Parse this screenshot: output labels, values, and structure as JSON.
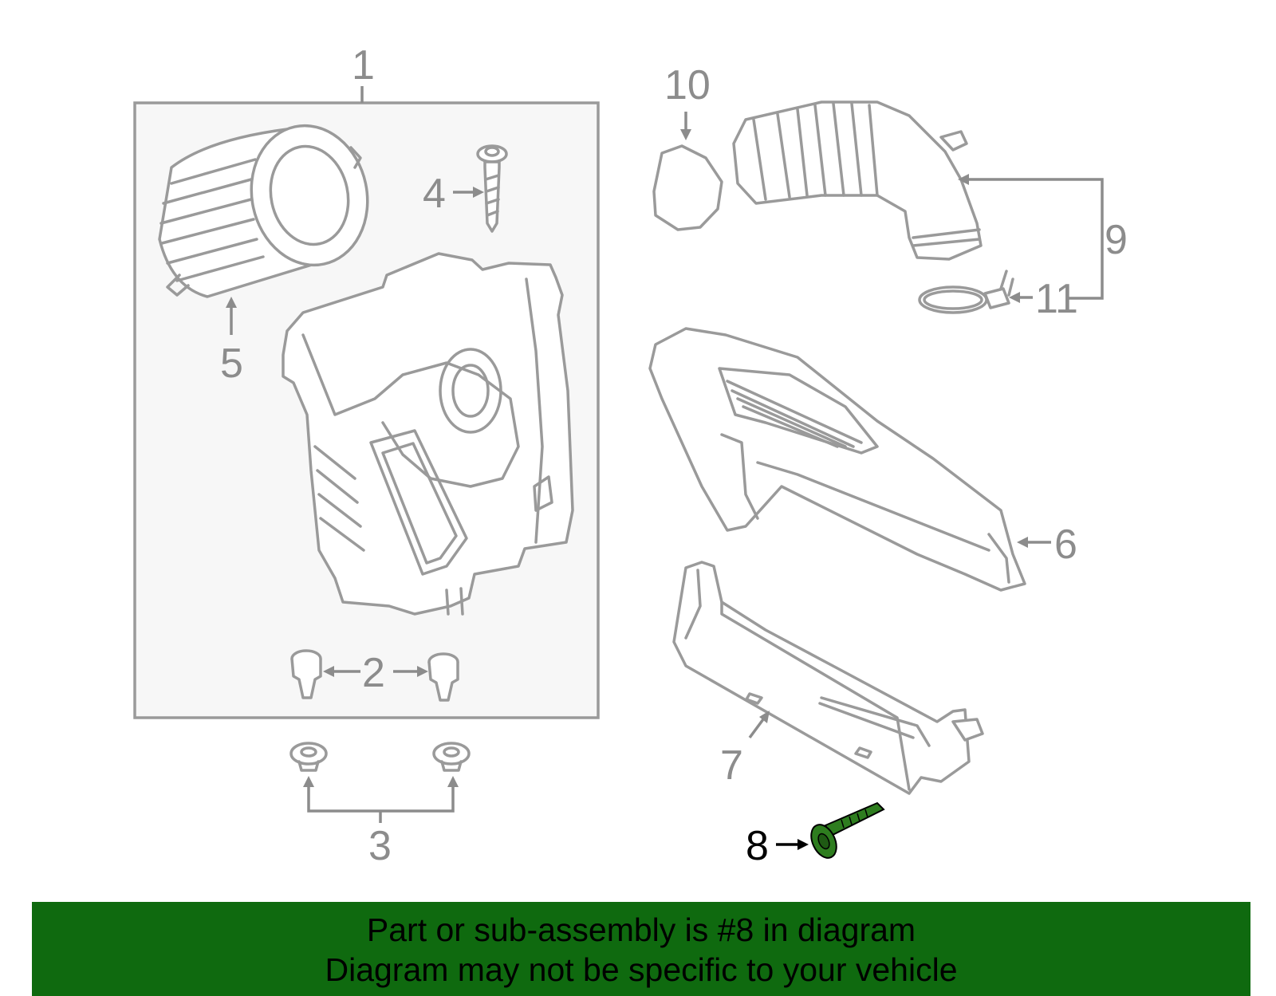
{
  "diagram": {
    "callouts": [
      {
        "id": "1",
        "label": "1"
      },
      {
        "id": "2",
        "label": "2"
      },
      {
        "id": "3",
        "label": "3"
      },
      {
        "id": "4",
        "label": "4"
      },
      {
        "id": "5",
        "label": "5"
      },
      {
        "id": "6",
        "label": "6"
      },
      {
        "id": "7",
        "label": "7"
      },
      {
        "id": "8",
        "label": "8"
      },
      {
        "id": "9",
        "label": "9"
      },
      {
        "id": "10",
        "label": "10"
      },
      {
        "id": "11",
        "label": "11"
      }
    ],
    "highlighted_part": "8",
    "colors": {
      "line_art": "#9a9a9a",
      "highlight_part": "#2e7d1f",
      "banner_bg": "#0f6a0f",
      "highlight_label": "#000000"
    }
  },
  "banner": {
    "line1": "Part or sub-assembly is #8 in diagram",
    "line2": "Diagram may not be specific to your vehicle"
  }
}
